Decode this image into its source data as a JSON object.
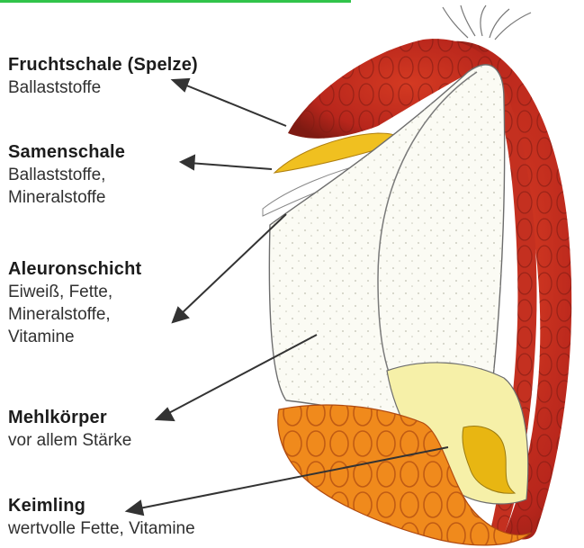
{
  "labels": {
    "fruchtschale": {
      "title": "Fruchtschale (Spelze)",
      "desc": [
        "Ballaststoffe"
      ]
    },
    "samenschale": {
      "title": "Samenschale",
      "desc": [
        "Ballaststoffe,",
        "Mineralstoffe"
      ]
    },
    "aleuron": {
      "title": "Aleuronschicht",
      "desc": [
        "Eiweiß, Fette,",
        "Mineralstoffe,",
        "Vitamine"
      ]
    },
    "mehlkoerper": {
      "title": "Mehlkörper",
      "desc": [
        "vor allem Stärke"
      ]
    },
    "keimling": {
      "title": "Keimling",
      "desc": [
        "wertvolle Fette, Vitamine"
      ]
    }
  },
  "colors": {
    "husk": "#b8261c",
    "husk_dark": "#7e1a12",
    "seed_coat": "#f0c020",
    "endosperm": "#fbfbf4",
    "germ": "#e8b612",
    "germ_light": "#f6f0a8",
    "base_orange": "#f08a1c",
    "accent_bar": "#31c44a"
  }
}
